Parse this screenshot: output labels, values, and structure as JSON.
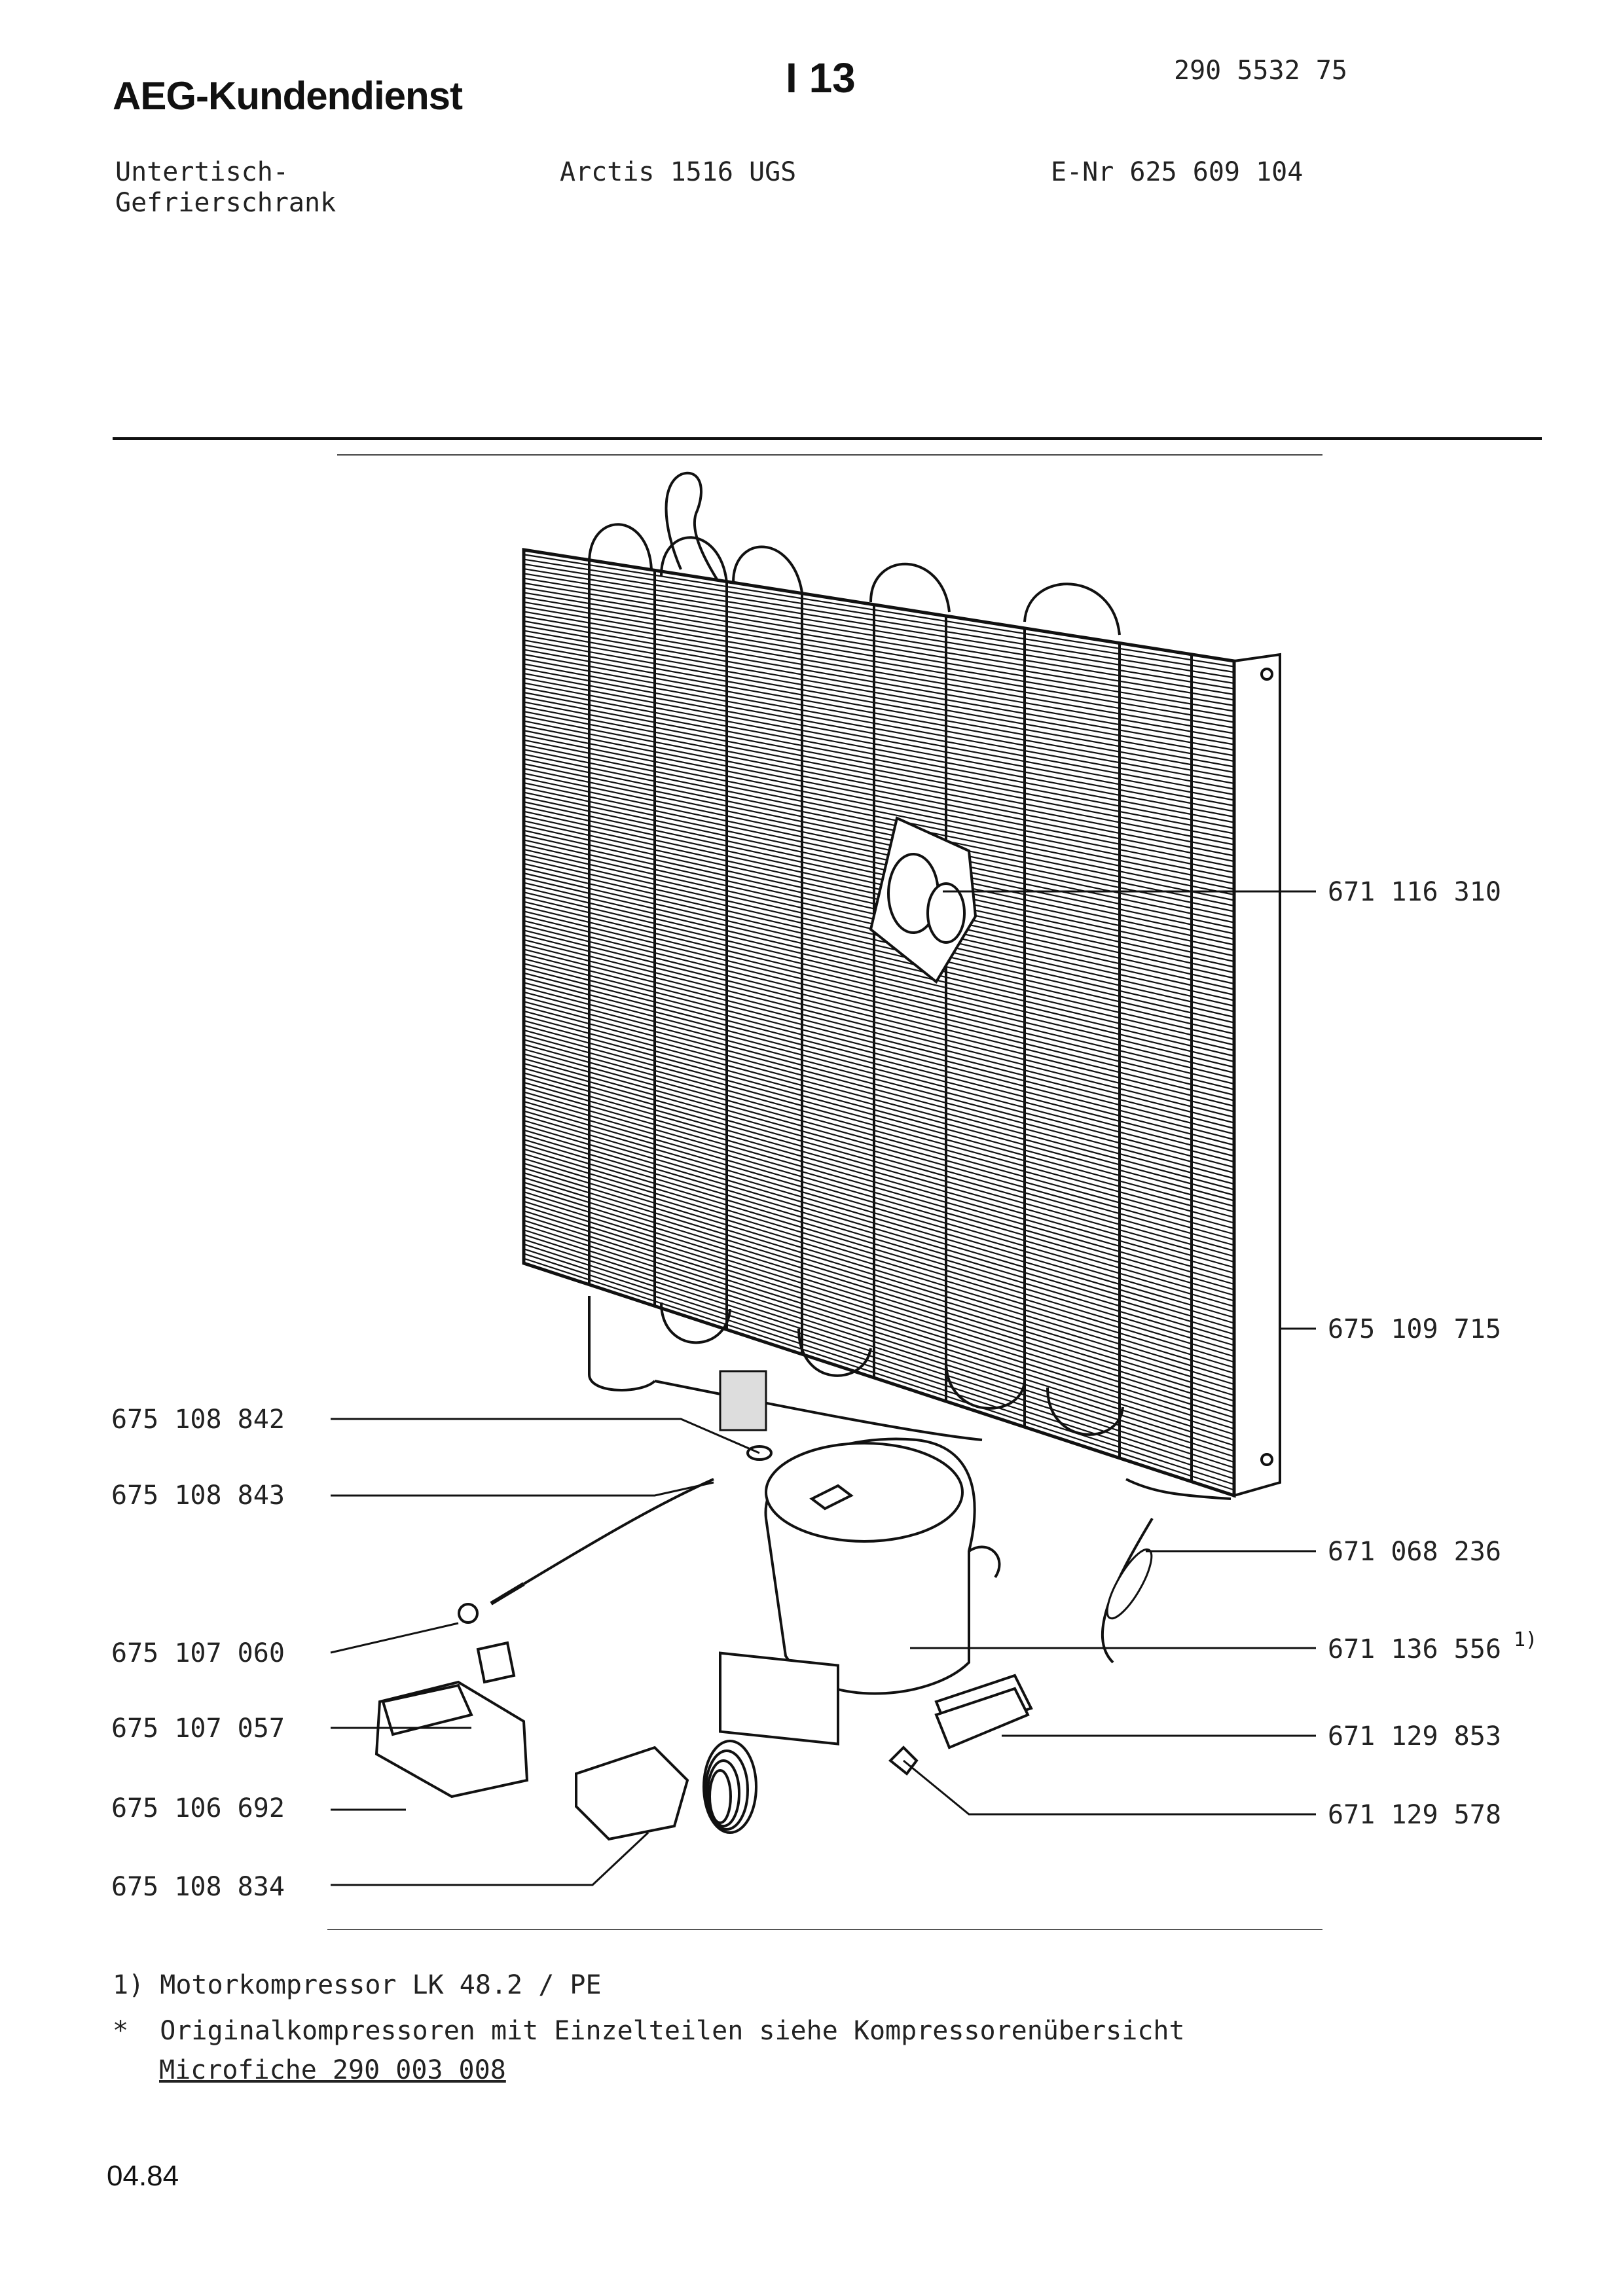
{
  "header": {
    "brand": "AEG-Kundendienst",
    "section": "I 13",
    "doc_number": "290 5532 75",
    "device_type_line1": "Untertisch-",
    "device_type_line2": "Gefrierschrank",
    "model": "Arctis 1516 UGS",
    "e_number": "E-Nr 625 609 104"
  },
  "parts_right": [
    {
      "number": "671 116 310",
      "sup": ""
    },
    {
      "number": "675 109 715",
      "sup": ""
    },
    {
      "number": "671 068 236",
      "sup": ""
    },
    {
      "number": "671 136 556",
      "sup": "1)"
    },
    {
      "number": "671 129 853",
      "sup": ""
    },
    {
      "number": "671 129 578",
      "sup": ""
    }
  ],
  "parts_left": [
    {
      "number": "675 108 842"
    },
    {
      "number": "675 108 843"
    },
    {
      "number": "675 107 060"
    },
    {
      "number": "675 107 057"
    },
    {
      "number": "675 106 692"
    },
    {
      "number": "675 108 834"
    }
  ],
  "footnotes": {
    "note1": "1) Motorkompressor LK 48.2 / PE",
    "note2": "*  Originalkompressoren mit Einzelteilen siehe Kompressorenübersicht",
    "note3": "Microfiche 290 003 008"
  },
  "footer": {
    "date": "04.84"
  }
}
